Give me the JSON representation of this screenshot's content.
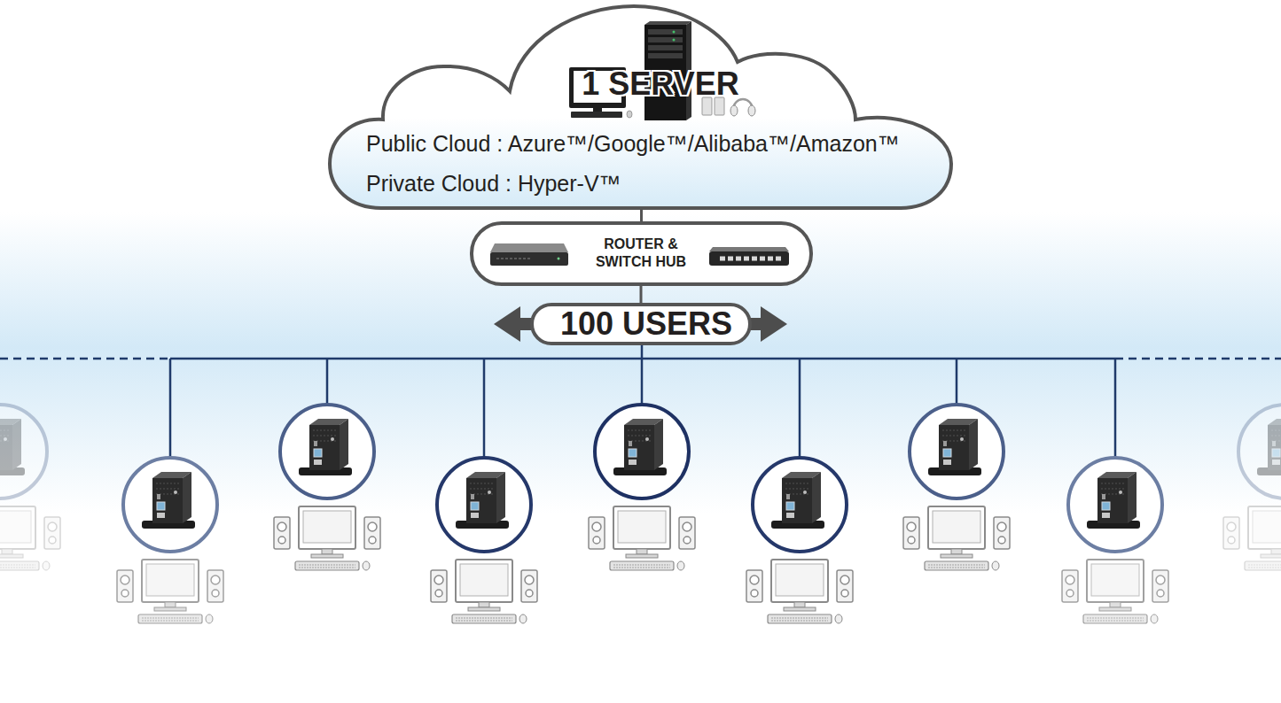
{
  "diagram": {
    "nodes": [
      {
        "text": [
          "1 SERVER",
          "Public Cloud : Azure™/Google™/Alibaba™/Amazon™",
          "Private Cloud : Hyper-V™"
        ]
      },
      {
        "text": [
          "ROUTER & SWITCH HUB"
        ]
      },
      {
        "text": [
          "100 USERS"
        ]
      }
    ],
    "edges": [
      {
        "from": 0,
        "to": 1,
        "arrow": "none"
      },
      {
        "from": 1,
        "to": 2,
        "arrow": "none"
      }
    ]
  }
}
